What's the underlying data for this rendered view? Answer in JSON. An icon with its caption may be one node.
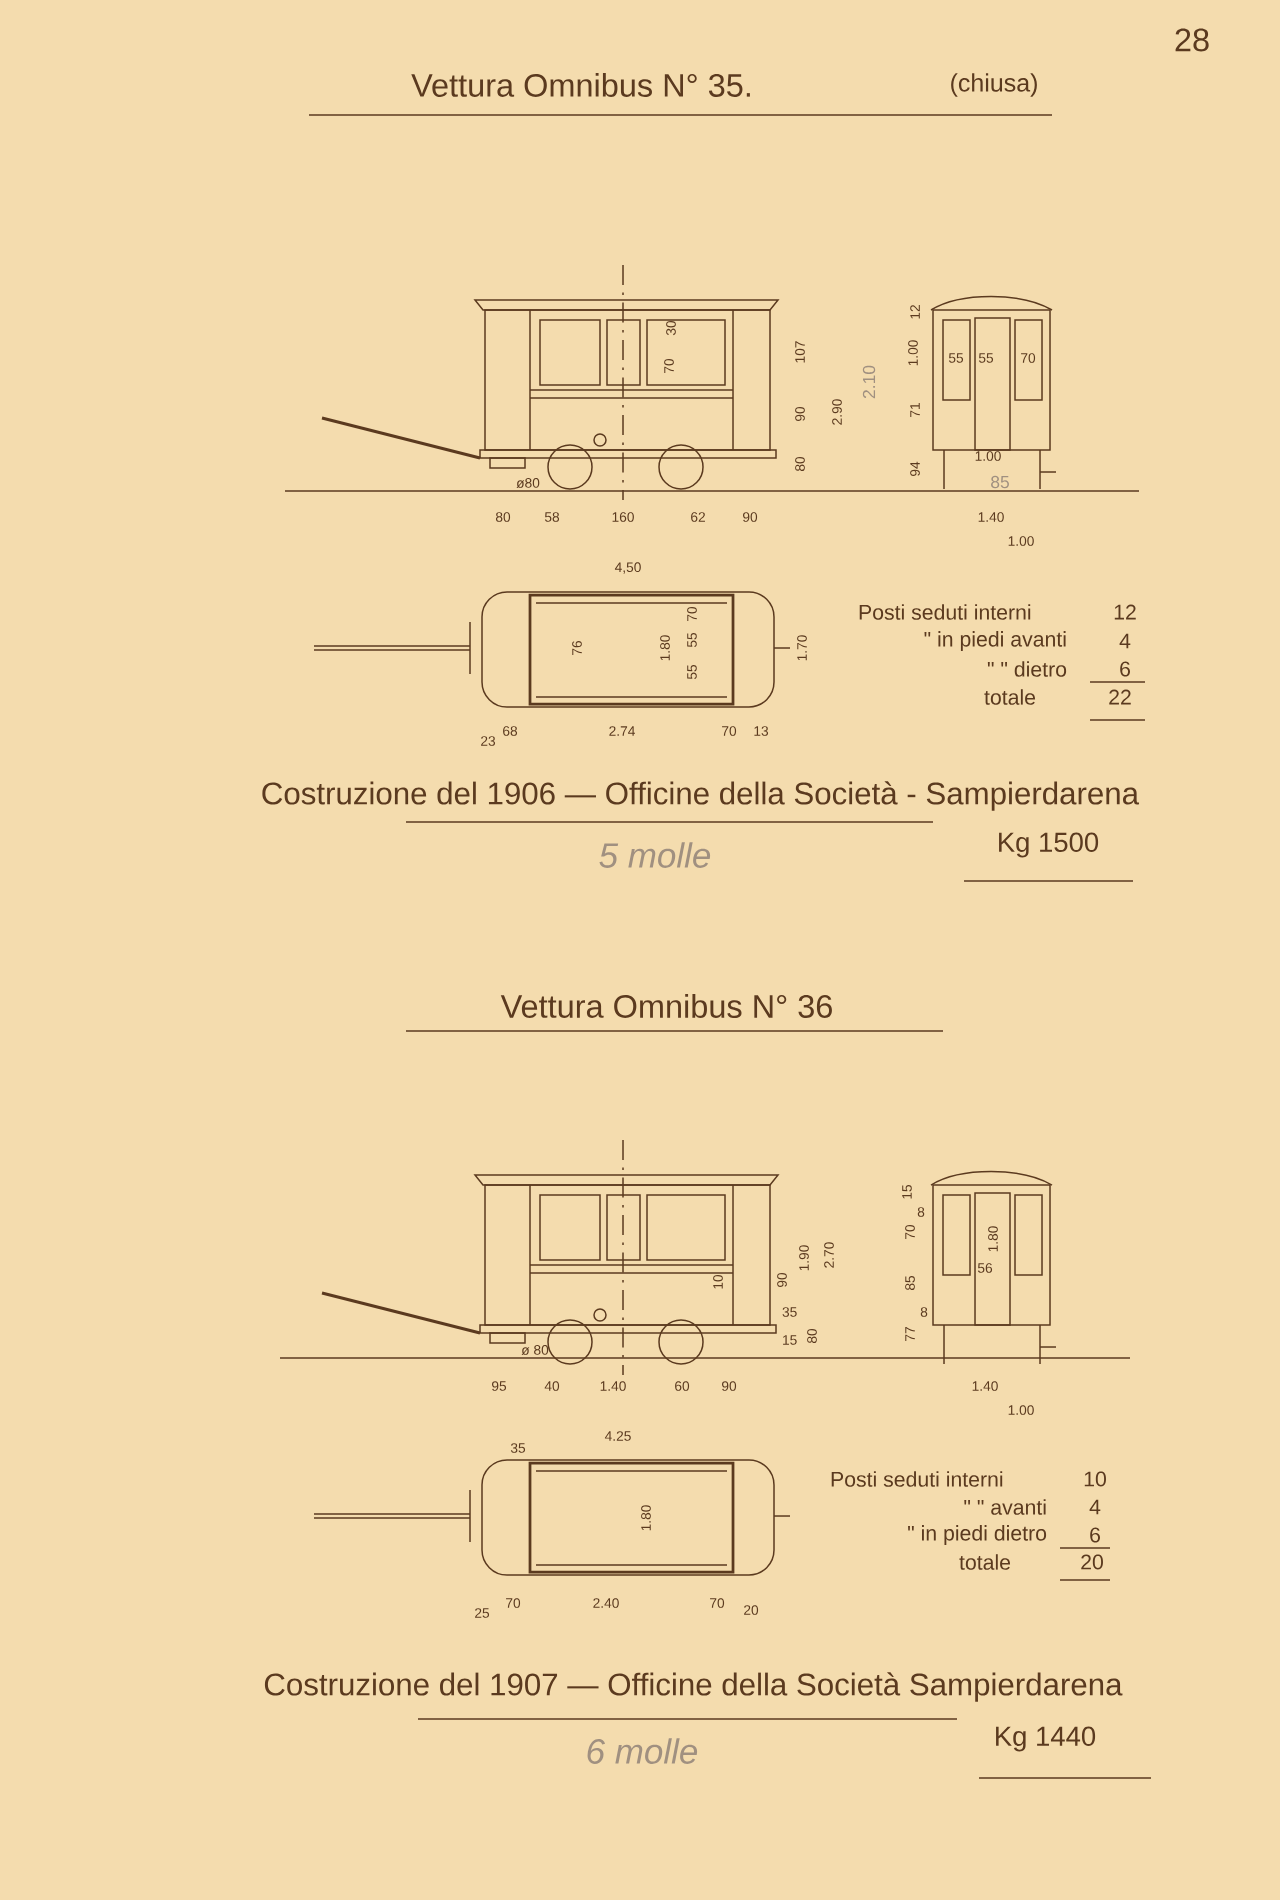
{
  "diagram": {
    "labels": [
      "28",
      "Vettura Omnibus N° 35.",
      "(chiusa)",
      "30",
      "70",
      "107",
      "90",
      "80",
      "2.90",
      "2.10",
      "ø80",
      "12",
      "1.00",
      "71",
      "94",
      "55",
      "55",
      "70",
      "1.00",
      "85",
      "80",
      "58",
      "160",
      "62",
      "90",
      "1.40",
      "1.00",
      "4,50",
      "76",
      "1.80",
      "70",
      "55",
      "55",
      "1.70",
      "23",
      "68",
      "2.74",
      "70",
      "13",
      "Posti seduti interni",
      "12",
      "\" in piedi avanti",
      "4",
      "\" \" dietro",
      "6",
      "totale",
      "22",
      "Costruzione del 1906 — Officine della Società - Sampierdarena",
      "5 molle",
      "Kg 1500",
      "Vettura Omnibus N° 36",
      "10",
      "90",
      "1.90",
      "2.70",
      "35",
      "15",
      "80",
      "ø 80",
      "15",
      "8",
      "70",
      "85",
      "8",
      "77",
      "1.80",
      "56",
      "95",
      "40",
      "1.40",
      "60",
      "90",
      "1.40",
      "1.00",
      "35",
      "4.25",
      "1.80",
      "25",
      "70",
      "2.40",
      "70",
      "20",
      "Posti seduti interni",
      "10",
      "\" \" avanti",
      "4",
      "\" in piedi dietro",
      "6",
      "totale",
      "20",
      "Costruzione del 1907 — Officine della Società Sampierdarena",
      "6 molle",
      "Kg 1440"
    ]
  }
}
